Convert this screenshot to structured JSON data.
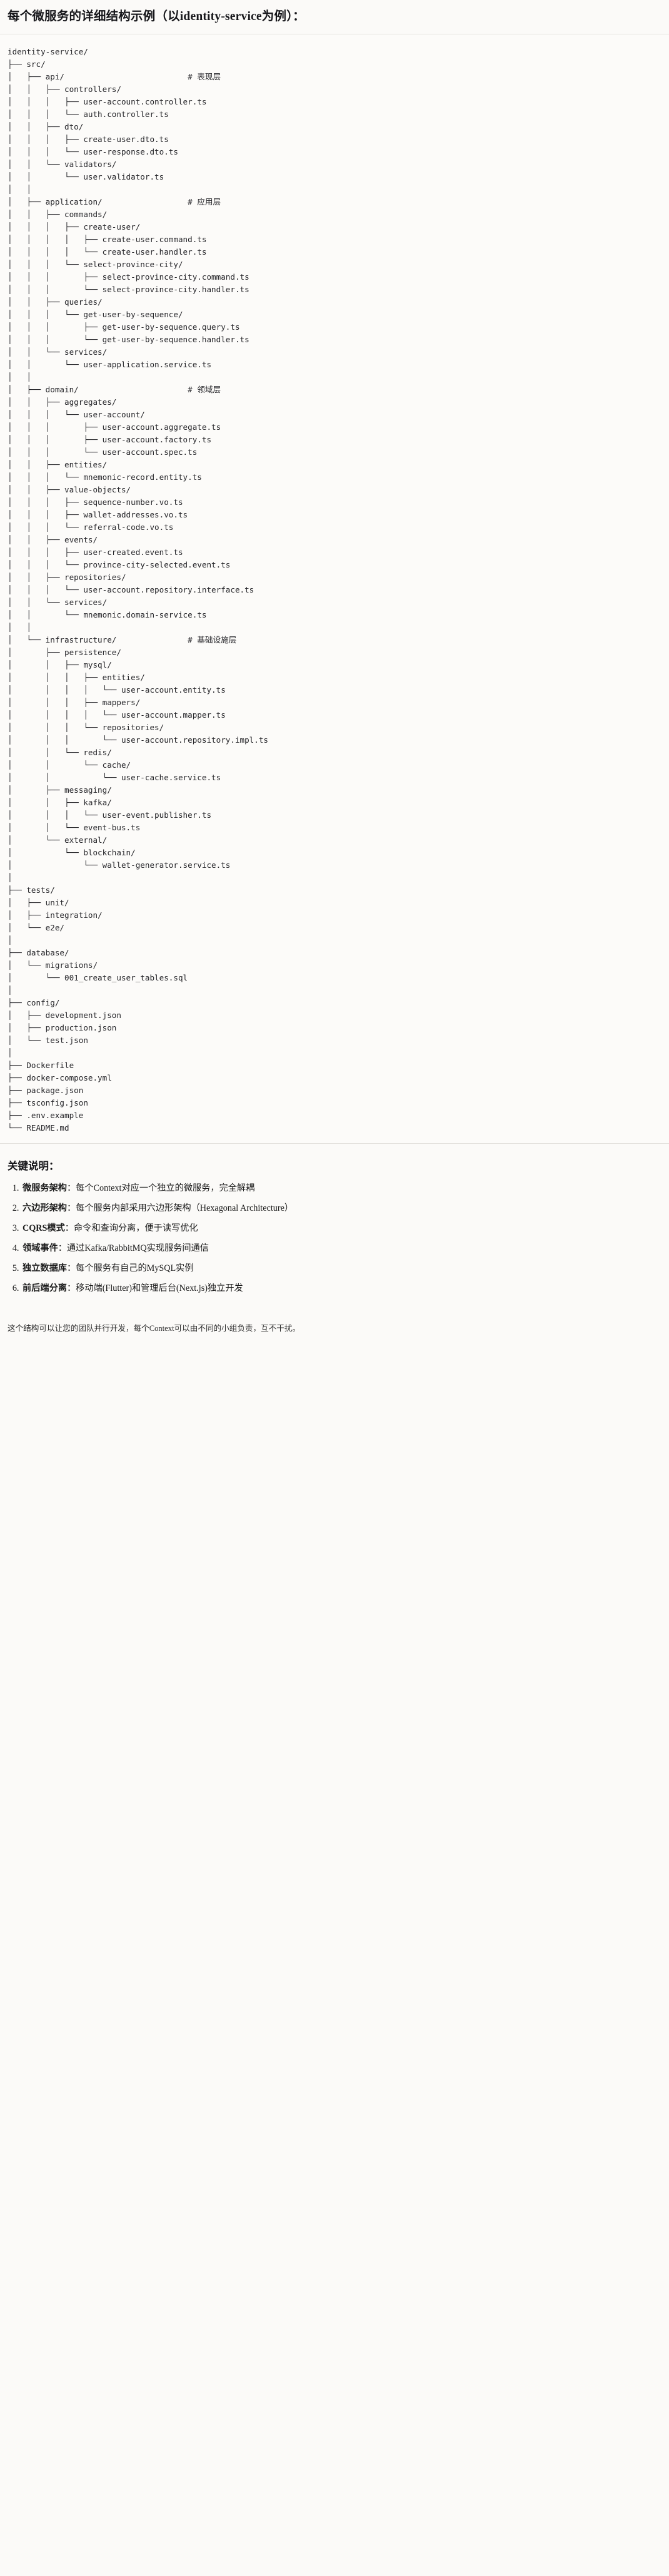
{
  "title": "每个微服务的详细结构示例（以identity-service为例）：",
  "tree": {
    "lines": [
      "identity-service/",
      "├── src/",
      "│   ├── api/                          # 表现层",
      "│   │   ├── controllers/",
      "│   │   │   ├── user-account.controller.ts",
      "│   │   │   └── auth.controller.ts",
      "│   │   ├── dto/",
      "│   │   │   ├── create-user.dto.ts",
      "│   │   │   └── user-response.dto.ts",
      "│   │   └── validators/",
      "│   │       └── user.validator.ts",
      "│   │",
      "│   ├── application/                  # 应用层",
      "│   │   ├── commands/",
      "│   │   │   ├── create-user/",
      "│   │   │   │   ├── create-user.command.ts",
      "│   │   │   │   └── create-user.handler.ts",
      "│   │   │   └── select-province-city/",
      "│   │   │       ├── select-province-city.command.ts",
      "│   │   │       └── select-province-city.handler.ts",
      "│   │   ├── queries/",
      "│   │   │   └── get-user-by-sequence/",
      "│   │   │       ├── get-user-by-sequence.query.ts",
      "│   │   │       └── get-user-by-sequence.handler.ts",
      "│   │   └── services/",
      "│   │       └── user-application.service.ts",
      "│   │",
      "│   ├── domain/                       # 领域层",
      "│   │   ├── aggregates/",
      "│   │   │   └── user-account/",
      "│   │   │       ├── user-account.aggregate.ts",
      "│   │   │       ├── user-account.factory.ts",
      "│   │   │       └── user-account.spec.ts",
      "│   │   ├── entities/",
      "│   │   │   └── mnemonic-record.entity.ts",
      "│   │   ├── value-objects/",
      "│   │   │   ├── sequence-number.vo.ts",
      "│   │   │   ├── wallet-addresses.vo.ts",
      "│   │   │   └── referral-code.vo.ts",
      "│   │   ├── events/",
      "│   │   │   ├── user-created.event.ts",
      "│   │   │   └── province-city-selected.event.ts",
      "│   │   ├── repositories/",
      "│   │   │   └── user-account.repository.interface.ts",
      "│   │   └── services/",
      "│   │       └── mnemonic.domain-service.ts",
      "│   │",
      "│   └── infrastructure/               # 基础设施层",
      "│       ├── persistence/",
      "│       │   ├── mysql/",
      "│       │   │   ├── entities/",
      "│       │   │   │   └── user-account.entity.ts",
      "│       │   │   ├── mappers/",
      "│       │   │   │   └── user-account.mapper.ts",
      "│       │   │   └── repositories/",
      "│       │   │       └── user-account.repository.impl.ts",
      "│       │   └── redis/",
      "│       │       └── cache/",
      "│       │           └── user-cache.service.ts",
      "│       ├── messaging/",
      "│       │   ├── kafka/",
      "│       │   │   └── user-event.publisher.ts",
      "│       │   └── event-bus.ts",
      "│       └── external/",
      "│           └── blockchain/",
      "│               └── wallet-generator.service.ts",
      "│",
      "├── tests/",
      "│   ├── unit/",
      "│   ├── integration/",
      "│   └── e2e/",
      "│",
      "├── database/",
      "│   └── migrations/",
      "│       └── 001_create_user_tables.sql",
      "│",
      "├── config/",
      "│   ├── development.json",
      "│   ├── production.json",
      "│   └── test.json",
      "│",
      "├── Dockerfile",
      "├── docker-compose.yml",
      "├── package.json",
      "├── tsconfig.json",
      "├── .env.example",
      "└── README.md"
    ]
  },
  "notes": {
    "heading": "关键说明：",
    "items": [
      {
        "term": "微服务架构",
        "desc": "：每个Context对应一个独立的微服务，完全解耦"
      },
      {
        "term": "六边形架构",
        "desc": "：每个服务内部采用六边形架构（Hexagonal Architecture）"
      },
      {
        "term": "CQRS模式",
        "desc": "：命令和查询分离，便于读写优化"
      },
      {
        "term": "领域事件",
        "desc": "：通过Kafka/RabbitMQ实现服务间通信"
      },
      {
        "term": "独立数据库",
        "desc": "：每个服务有自己的MySQL实例"
      },
      {
        "term": "前后端分离",
        "desc": "：移动端(Flutter)和管理后台(Next.js)独立开发"
      }
    ],
    "closing": "这个结构可以让您的团队并行开发，每个Context可以由不同的小组负责，互不干扰。"
  }
}
